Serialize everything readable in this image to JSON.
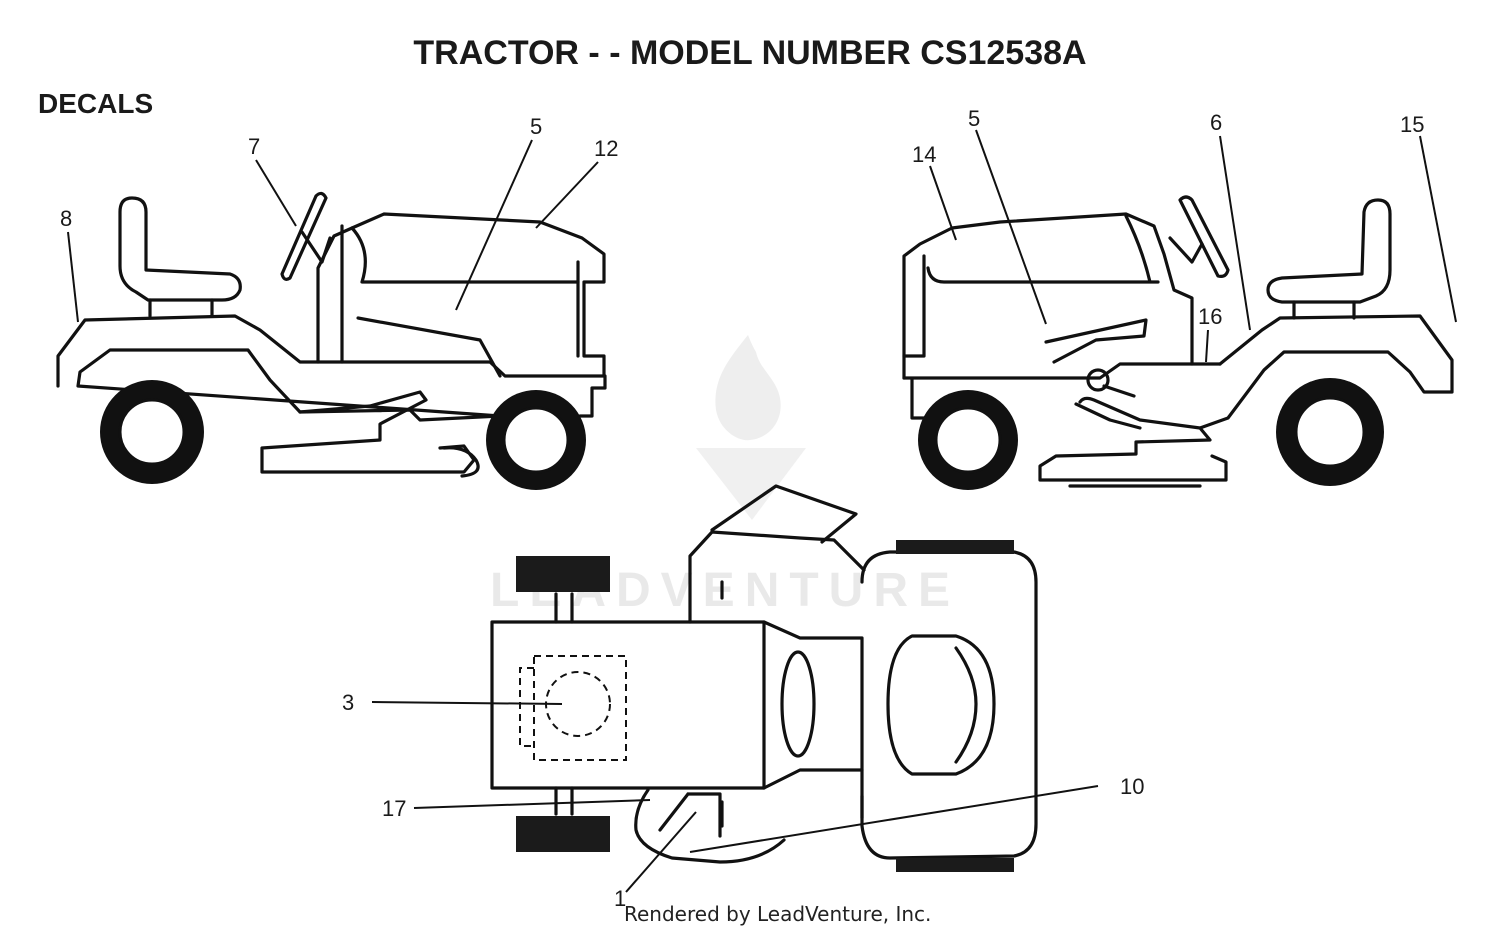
{
  "diagram": {
    "title": "TRACTOR - - MODEL NUMBER CS12538A",
    "section_label": "DECALS",
    "footer_credit": "Rendered by LeadVenture, Inc.",
    "watermark_text": "LEADVENTURE",
    "callouts": {
      "left_view": [
        "8",
        "7",
        "5",
        "12"
      ],
      "right_view": [
        "14",
        "5",
        "6",
        "15",
        "16"
      ],
      "top_view": [
        "3",
        "17",
        "1",
        "10"
      ]
    }
  }
}
